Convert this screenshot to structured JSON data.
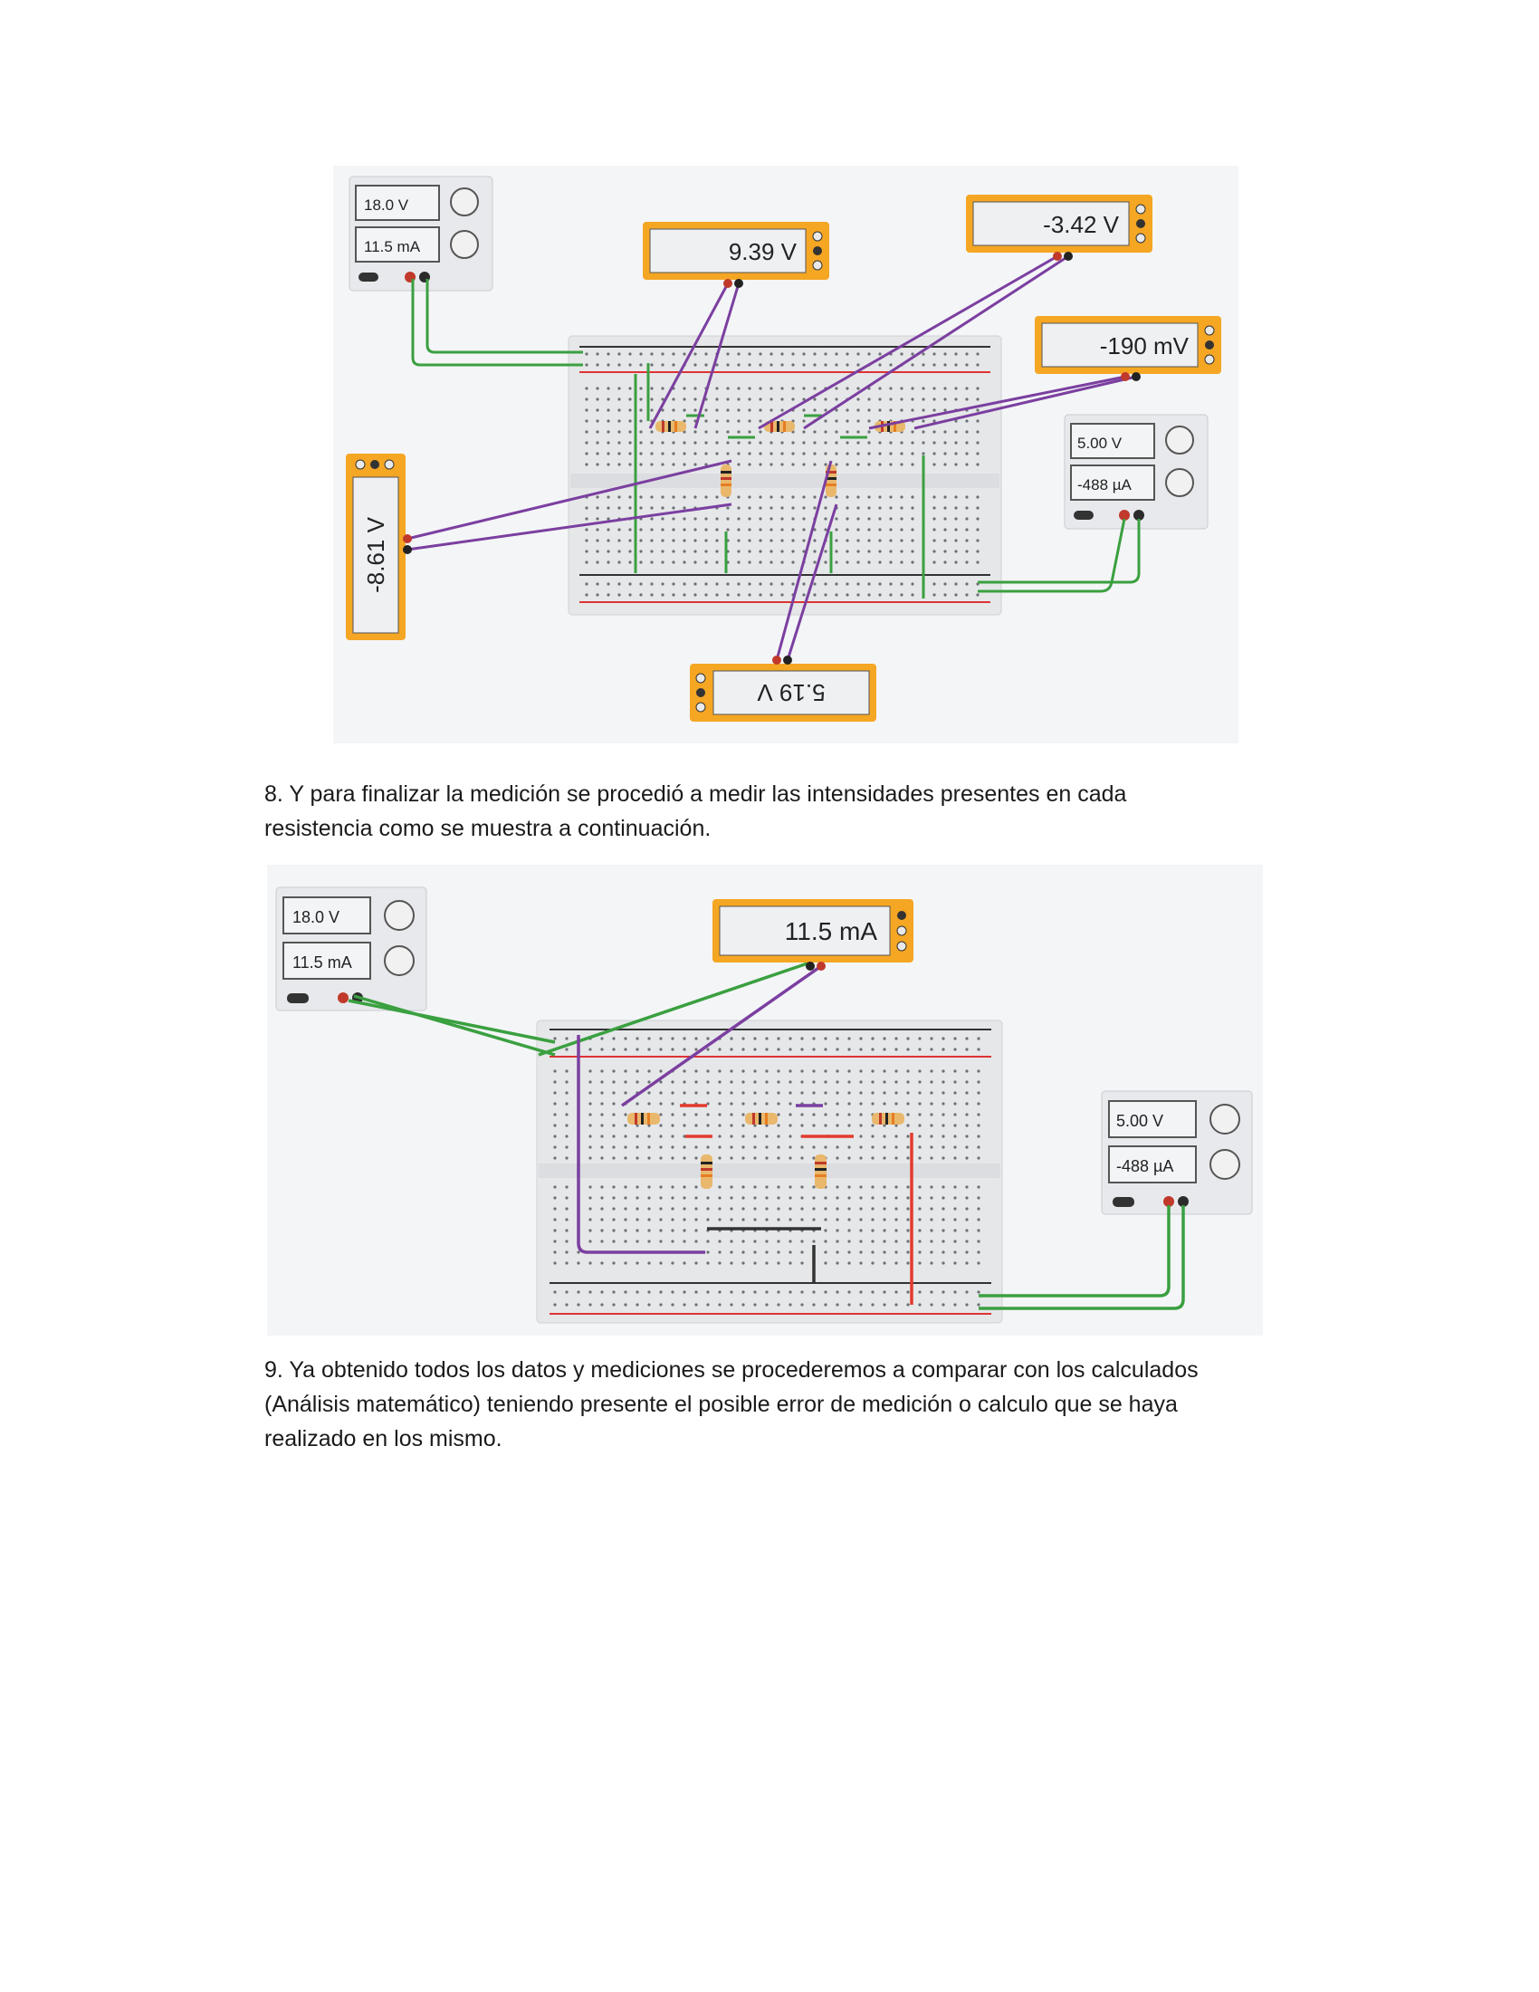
{
  "figure1": {
    "supply_a": {
      "voltage": "18.0 V",
      "current": "11.5 mA"
    },
    "supply_b": {
      "voltage": "5.00 V",
      "current": "-488 µA"
    },
    "meters": {
      "m1": "9.39 V",
      "m2": "-3.42 V",
      "m3": "-190 mV",
      "m4": "-8.61 V",
      "m5": "5.19 V"
    }
  },
  "paragraph8": {
    "line1": "8. Y para finalizar la medición se procedió a medir las intensidades presentes en cada",
    "line2": "resistencia como se muestra a continuación."
  },
  "figure2": {
    "supply_a": {
      "voltage": "18.0 V",
      "current": "11.5 mA"
    },
    "supply_b": {
      "voltage": "5.00 V",
      "current": "-488 µA"
    },
    "meter": "11.5 mA"
  },
  "paragraph9": {
    "line1": "9. Ya obtenido todos los datos y mediciones se procederemos a comparar con los calculados",
    "line2": "(Análisis matemático) teniendo presente el posible error de medición o calculo que se haya",
    "line3": "realizado en los mismo."
  },
  "colors": {
    "meter_frame": "#f5a623",
    "wire_green": "#3aa040",
    "wire_purple": "#7b3fa0",
    "wire_red": "#e23b2e",
    "wire_black": "#333333"
  }
}
